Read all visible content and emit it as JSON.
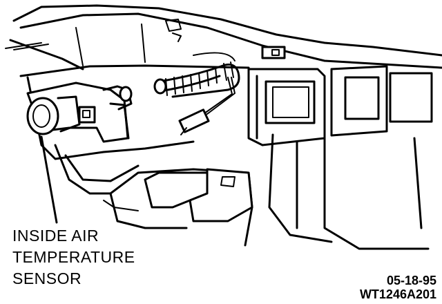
{
  "callout": {
    "lines": [
      "INSIDE AIR",
      "TEMPERATURE",
      "SENSOR"
    ]
  },
  "figure_code": {
    "date": "05-18-95",
    "id": "WT1246A201"
  },
  "icons": [
    "air-sensor-icon",
    "hose-icon",
    "connector-icon",
    "dash-panel-icon"
  ],
  "colors": {
    "ink": "#000000",
    "paper": "#ffffff"
  }
}
